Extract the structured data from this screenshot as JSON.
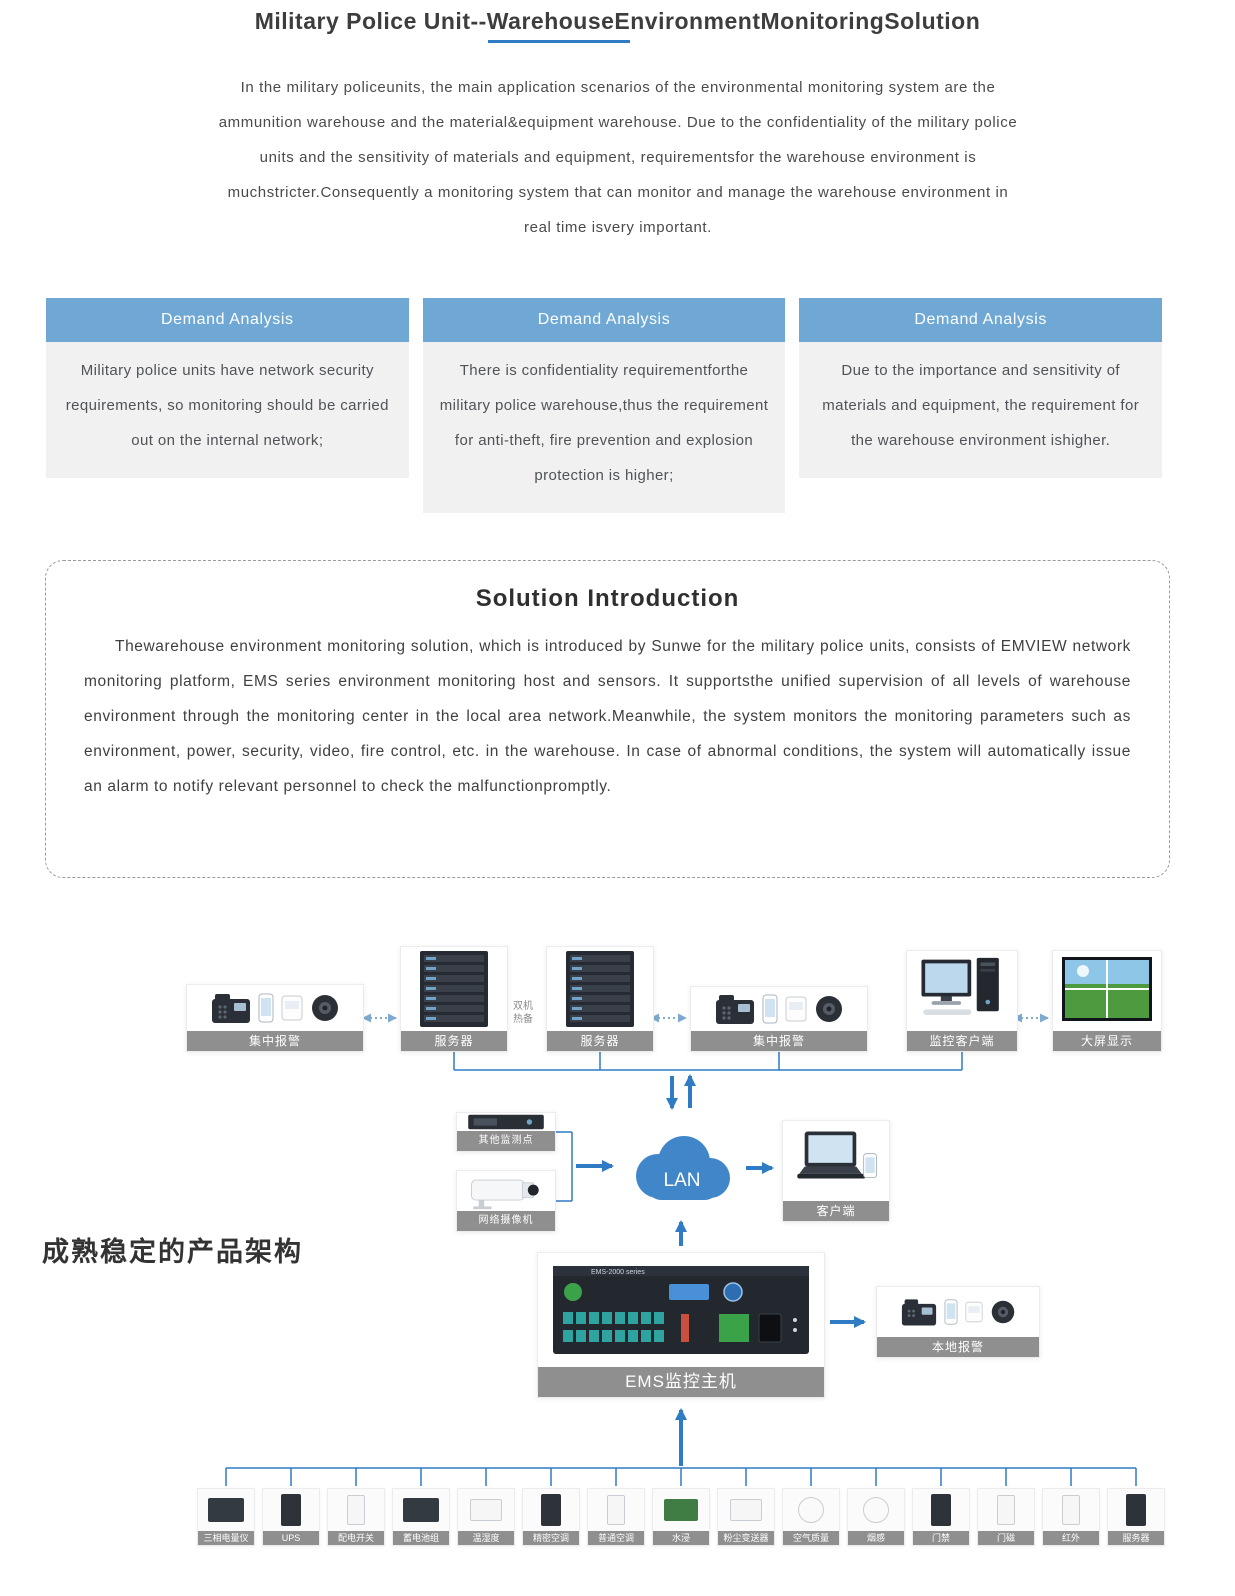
{
  "page": {
    "title": "Military Police Unit--WarehouseEnvironmentMonitoringSolution",
    "intro": "In the military policeunits, the main application scenarios of the environmental monitoring system are the ammunition warehouse and the material&equipment warehouse. Due to the confidentiality of the military police units and the sensitivity of materials and equipment, requirementsfor the warehouse environment is muchstricter.Consequently a monitoring system that can monitor and manage the warehouse environment in real time isvery important."
  },
  "demand_cards": [
    {
      "header": "Demand Analysis",
      "body": "Military police units have network security requirements, so monitoring should be carried out on the internal network;"
    },
    {
      "header": "Demand Analysis",
      "body": "There is confidentiality requirementforthe military police warehouse,thus the requirement for anti-theft, fire prevention and explosion protection is higher;"
    },
    {
      "header": "Demand Analysis",
      "body": "Due to the importance and sensitivity of materials and equipment, the requirement for the warehouse environment ishigher."
    }
  ],
  "solution": {
    "title": "Solution Introduction",
    "body": "Thewarehouse environment monitoring solution, which is introduced by Sunwe for the military police units, consists of EMVIEW network monitoring platform, EMS series environment monitoring host and sensors. It supportsthe unified supervision of all levels of warehouse environment through the monitoring center in the local area network.Meanwhile, the system monitors the monitoring parameters such as environment, power, security, video, fire control, etc. in the warehouse. In case of abnormal conditions, the system will automatically issue an alarm to notify relevant personnel to check the malfunctionpromptly."
  },
  "architecture": {
    "section_label": "成熟稳定的产品架构",
    "nodes": {
      "alarm1": "集中报警",
      "server1": "服务器",
      "server2": "服务器",
      "dual_hot_standby": "双机热备",
      "alarm2": "集中报警",
      "monitor_client": "监控客户端",
      "big_screen": "大屏显示",
      "other_points": "其他监测点",
      "camera": "网络摄像机",
      "lan": "LAN",
      "client": "客户端",
      "ems_host": "EMS监控主机",
      "ems_model": "EMS-2000 series",
      "local_alarm": "本地报警"
    },
    "sensors": [
      {
        "label": "三相电量仪",
        "icon": "power-meter-icon"
      },
      {
        "label": "UPS",
        "icon": "ups-icon"
      },
      {
        "label": "配电开关",
        "icon": "breaker-icon"
      },
      {
        "label": "蓄电池组",
        "icon": "battery-icon"
      },
      {
        "label": "温湿度",
        "icon": "temp-humidity-icon"
      },
      {
        "label": "精密空调",
        "icon": "precision-ac-icon"
      },
      {
        "label": "普通空调",
        "icon": "ac-icon"
      },
      {
        "label": "水浸",
        "icon": "water-leak-icon"
      },
      {
        "label": "粉尘变送器",
        "icon": "dust-sensor-icon"
      },
      {
        "label": "空气质量",
        "icon": "air-quality-icon"
      },
      {
        "label": "烟感",
        "icon": "smoke-detector-icon"
      },
      {
        "label": "门禁",
        "icon": "access-control-icon"
      },
      {
        "label": "门磁",
        "icon": "door-sensor-icon"
      },
      {
        "label": "红外",
        "icon": "infrared-icon"
      },
      {
        "label": "服务器",
        "icon": "server-icon"
      }
    ]
  },
  "colors": {
    "header_blue": "#6FA8D4",
    "card_bg": "#F1F1F1",
    "accent_blue": "#2F7BC4",
    "label_gray": "#8F8F8F",
    "cloud_blue": "#4186C9"
  }
}
